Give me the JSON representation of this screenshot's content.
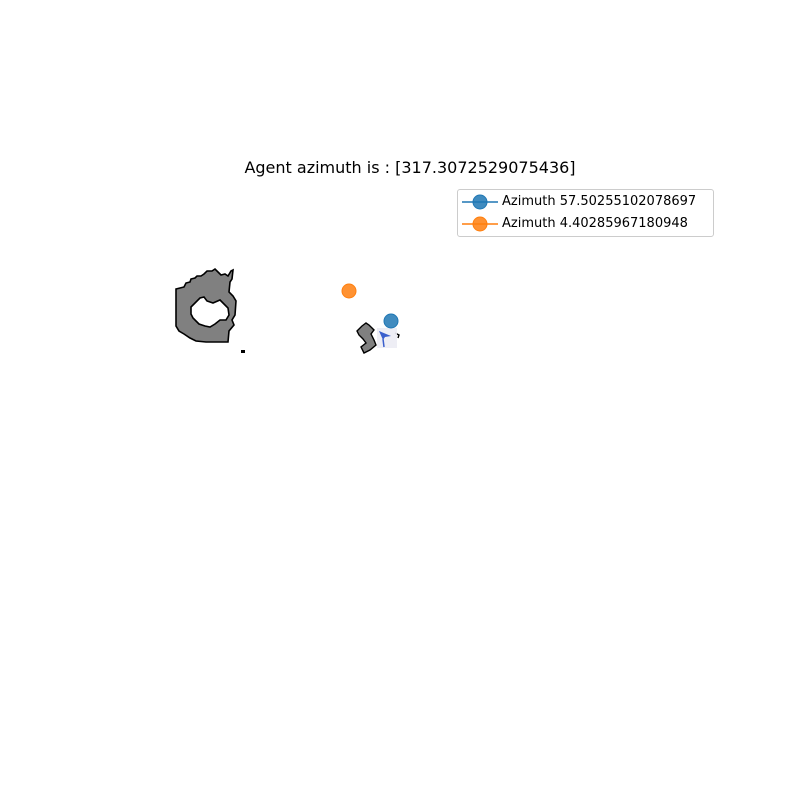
{
  "title": "Agent azimuth is : [317.3072529075436]",
  "legend": [
    {
      "label": "Azimuth 57.50255102078697",
      "color": "#1f77b4"
    },
    {
      "label": "Azimuth 4.40285967180948",
      "color": "#ff7f0e"
    }
  ],
  "colors": {
    "obstacle": "#808080",
    "outline": "#000000",
    "agent": "#3a5fcd",
    "explored": "#e8e8f0"
  }
}
